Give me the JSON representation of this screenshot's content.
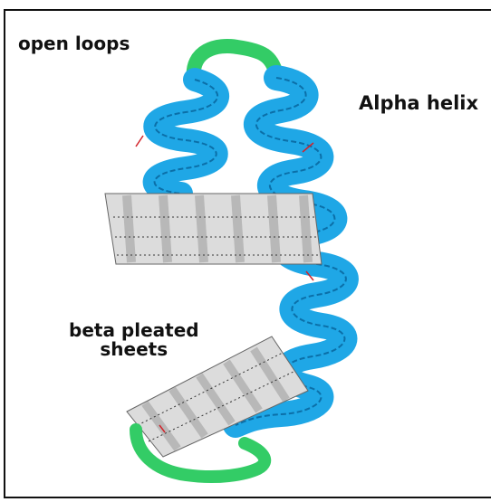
{
  "labels": {
    "open_loops": "open loops",
    "alpha_helix": "Alpha helix",
    "beta_line1": "beta pleated",
    "beta_line2": "sheets"
  },
  "colors": {
    "helix": "#1fa7e6",
    "helix_dark": "#0b6fa8",
    "loop": "#33cc66",
    "sheet": "#dcdcdc",
    "sheet_shade": "#b8b8b8",
    "backbone": "#222222",
    "hbond": "#d2232a"
  },
  "icons": [
    "protein-secondary-structure-diagram"
  ]
}
